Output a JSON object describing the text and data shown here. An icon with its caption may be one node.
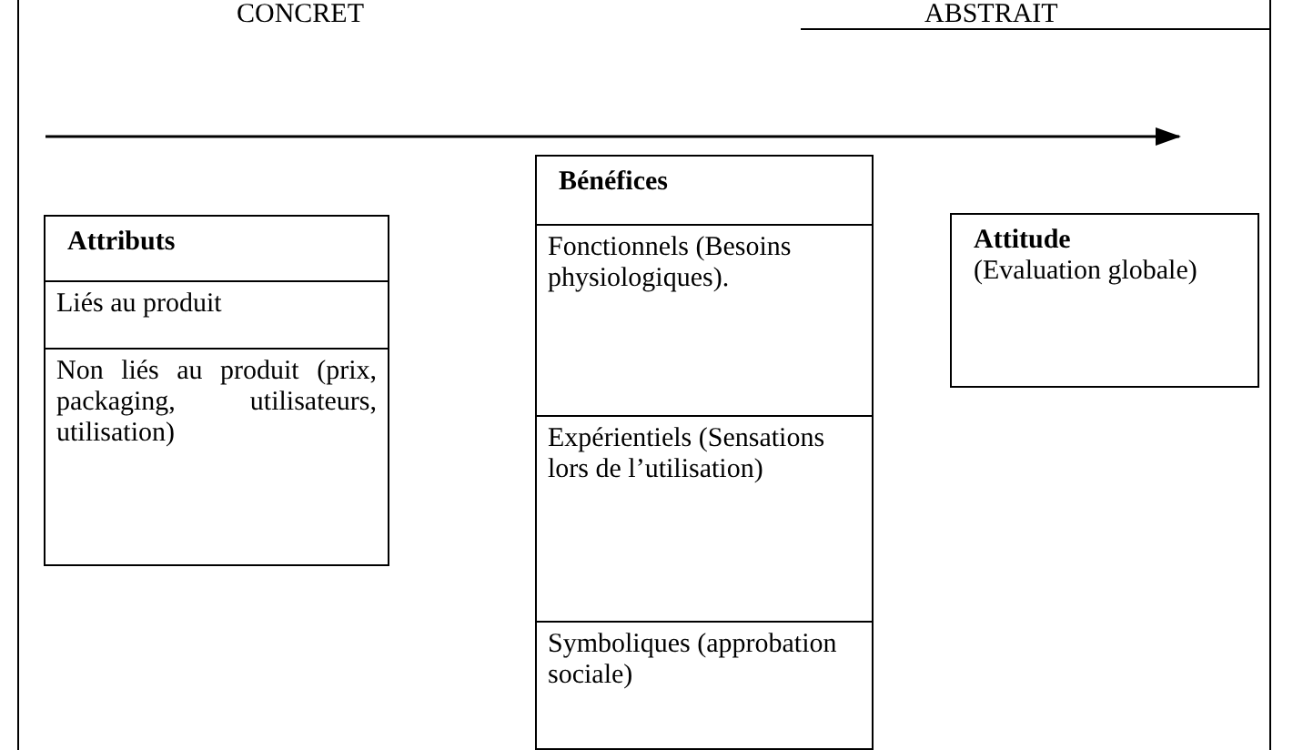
{
  "diagram": {
    "nodes": [
      {
        "text": [
          "Attributs"
        ]
      },
      {
        "text": [
          "Liés au produit"
        ],
        "in": 0
      },
      {
        "text": [
          "Non liés au produit (prix, packaging, utilisateurs, utilisation)"
        ],
        "in": 0
      },
      {
        "text": [
          "Bénéfices"
        ]
      },
      {
        "text": [
          "Fonctionnels (Besoins physiologiques)."
        ],
        "in": 3
      },
      {
        "text": [
          "Expérientiels (Sensations lors de l’utilisation)"
        ],
        "in": 3
      },
      {
        "text": [
          "Symboliques (approbation sociale)"
        ],
        "in": 3
      },
      {
        "text": [
          "Attitude",
          "(Evaluation globale)"
        ]
      }
    ],
    "edges": [],
    "labels": [
      "CONCRET",
      "ABSTRAIT"
    ]
  }
}
